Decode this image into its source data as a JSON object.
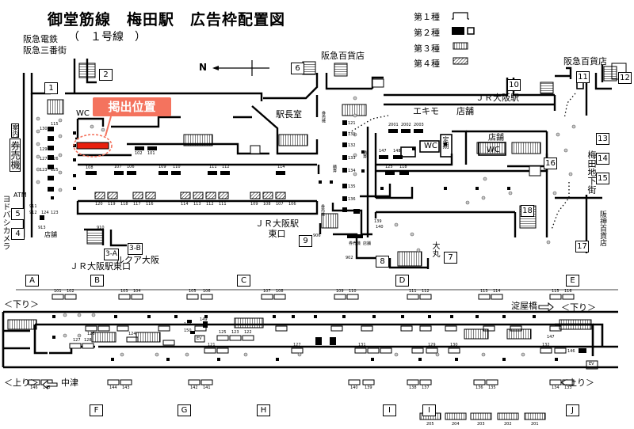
{
  "header": {
    "title": "御堂筋線　梅田駅　広告枠配置図",
    "subtitle": "（　１号線　）"
  },
  "legend": [
    {
      "label": "第１種"
    },
    {
      "label": "第２種"
    },
    {
      "label": "第３種"
    },
    {
      "label": "第４種"
    }
  ],
  "callout": {
    "label": "掲出位置",
    "color": "#e8200f"
  },
  "north_label": "N",
  "upper_map": {
    "place_labels": {
      "hankyu_densha": "阪急電鉄",
      "hankyu_sanbangai": "阪急三番街",
      "hankyu_dept_1": "阪急百貨店",
      "hankyu_dept_2": "阪急百貨店",
      "jr_osaka_top": "ＪＲ大阪駅",
      "wc_1": "WC",
      "ekimaster": "駅長室",
      "ekimo": "エキモ　　店舗",
      "tenpo": "店舗",
      "wc_2": "WC",
      "wc_3": "WC",
      "teiki": "定期",
      "annaijo": "案内",
      "kippu": "券売機",
      "kenbaiki": "券売機",
      "kenbaiki_2": "券売機",
      "seisan": "精算",
      "seisan_2": "精算",
      "atm": "ATM",
      "yodobashi": "ヨドバシカメラ",
      "tenpo_2": "店舗",
      "jr_east_exit": "ＪＲ大阪駅東口",
      "jr_east_exit_2": "ＪＲ大阪駅\n東口",
      "lucua": "ルクア大阪",
      "umeda_chika": "梅田地下街",
      "hanshin": "阪神百貨店",
      "daimaru": "大丸",
      "tenpo_3": "店舗",
      "kenbaiki_3": "券売機"
    },
    "exit_numbers": [
      "1",
      "2",
      "3-A",
      "3-B",
      "4",
      "5",
      "6",
      "7",
      "8",
      "9",
      "10",
      "11",
      "12",
      "13",
      "14",
      "15",
      "16",
      "17",
      "18"
    ],
    "ad_numbers_upper_rows": {
      "row_a": [
        "130",
        "115",
        "129",
        "123",
        "127",
        "126",
        "125",
        "911",
        "912",
        "124",
        "123",
        "913",
        "910"
      ],
      "row_b": [
        "102",
        "101",
        "108",
        "107",
        "106",
        "109",
        "110",
        "111",
        "112",
        "114"
      ],
      "row_c": [
        "120",
        "119",
        "118",
        "117",
        "116",
        "114",
        "113",
        "112",
        "111",
        "109",
        "108",
        "107",
        "106"
      ],
      "row_d": [
        "121",
        "131",
        "132",
        "133",
        "134",
        "135",
        "136",
        "2001",
        "2002",
        "2003",
        "147",
        "148",
        "125",
        "118",
        "139",
        "140",
        "906",
        "902"
      ]
    }
  },
  "columns_upper": [
    "A",
    "B",
    "C",
    "D",
    "E"
  ],
  "lower_map": {
    "down_label": "＜下り＞",
    "down_label_2": "＜下り＞",
    "up_label": "＜上り＞",
    "up_label_2": "＜上り＞",
    "yodoyabashi": "淀屋橋",
    "nakatsu": "中津",
    "top_numbers": [
      "101",
      "102",
      "103",
      "104",
      "105",
      "106",
      "107",
      "108",
      "109",
      "110",
      "111",
      "112",
      "113",
      "114",
      "115",
      "116"
    ],
    "bottom_numbers": [
      "146",
      "145",
      "144",
      "143",
      "142",
      "141",
      "140",
      "139",
      "138",
      "137",
      "136",
      "135",
      "134",
      "133"
    ],
    "inner_numbers": [
      "126",
      "127",
      "128",
      "124",
      "148",
      "149",
      "150",
      "121",
      "123",
      "125",
      "122",
      "124",
      "127",
      "131",
      "129",
      "130",
      "132",
      "147",
      "146",
      "145",
      "144",
      "143",
      "142",
      "141",
      "140",
      "139",
      "138",
      "137",
      "136",
      "135",
      "134",
      "133",
      "EV",
      "EV"
    ],
    "middle_labels": [
      "145",
      "149",
      "150",
      "128",
      "122",
      "121",
      "129",
      "130"
    ]
  },
  "columns_lower": [
    "F",
    "G",
    "H",
    "I",
    "J"
  ],
  "bottom_panels": [
    "205",
    "204",
    "203",
    "202",
    "201"
  ]
}
